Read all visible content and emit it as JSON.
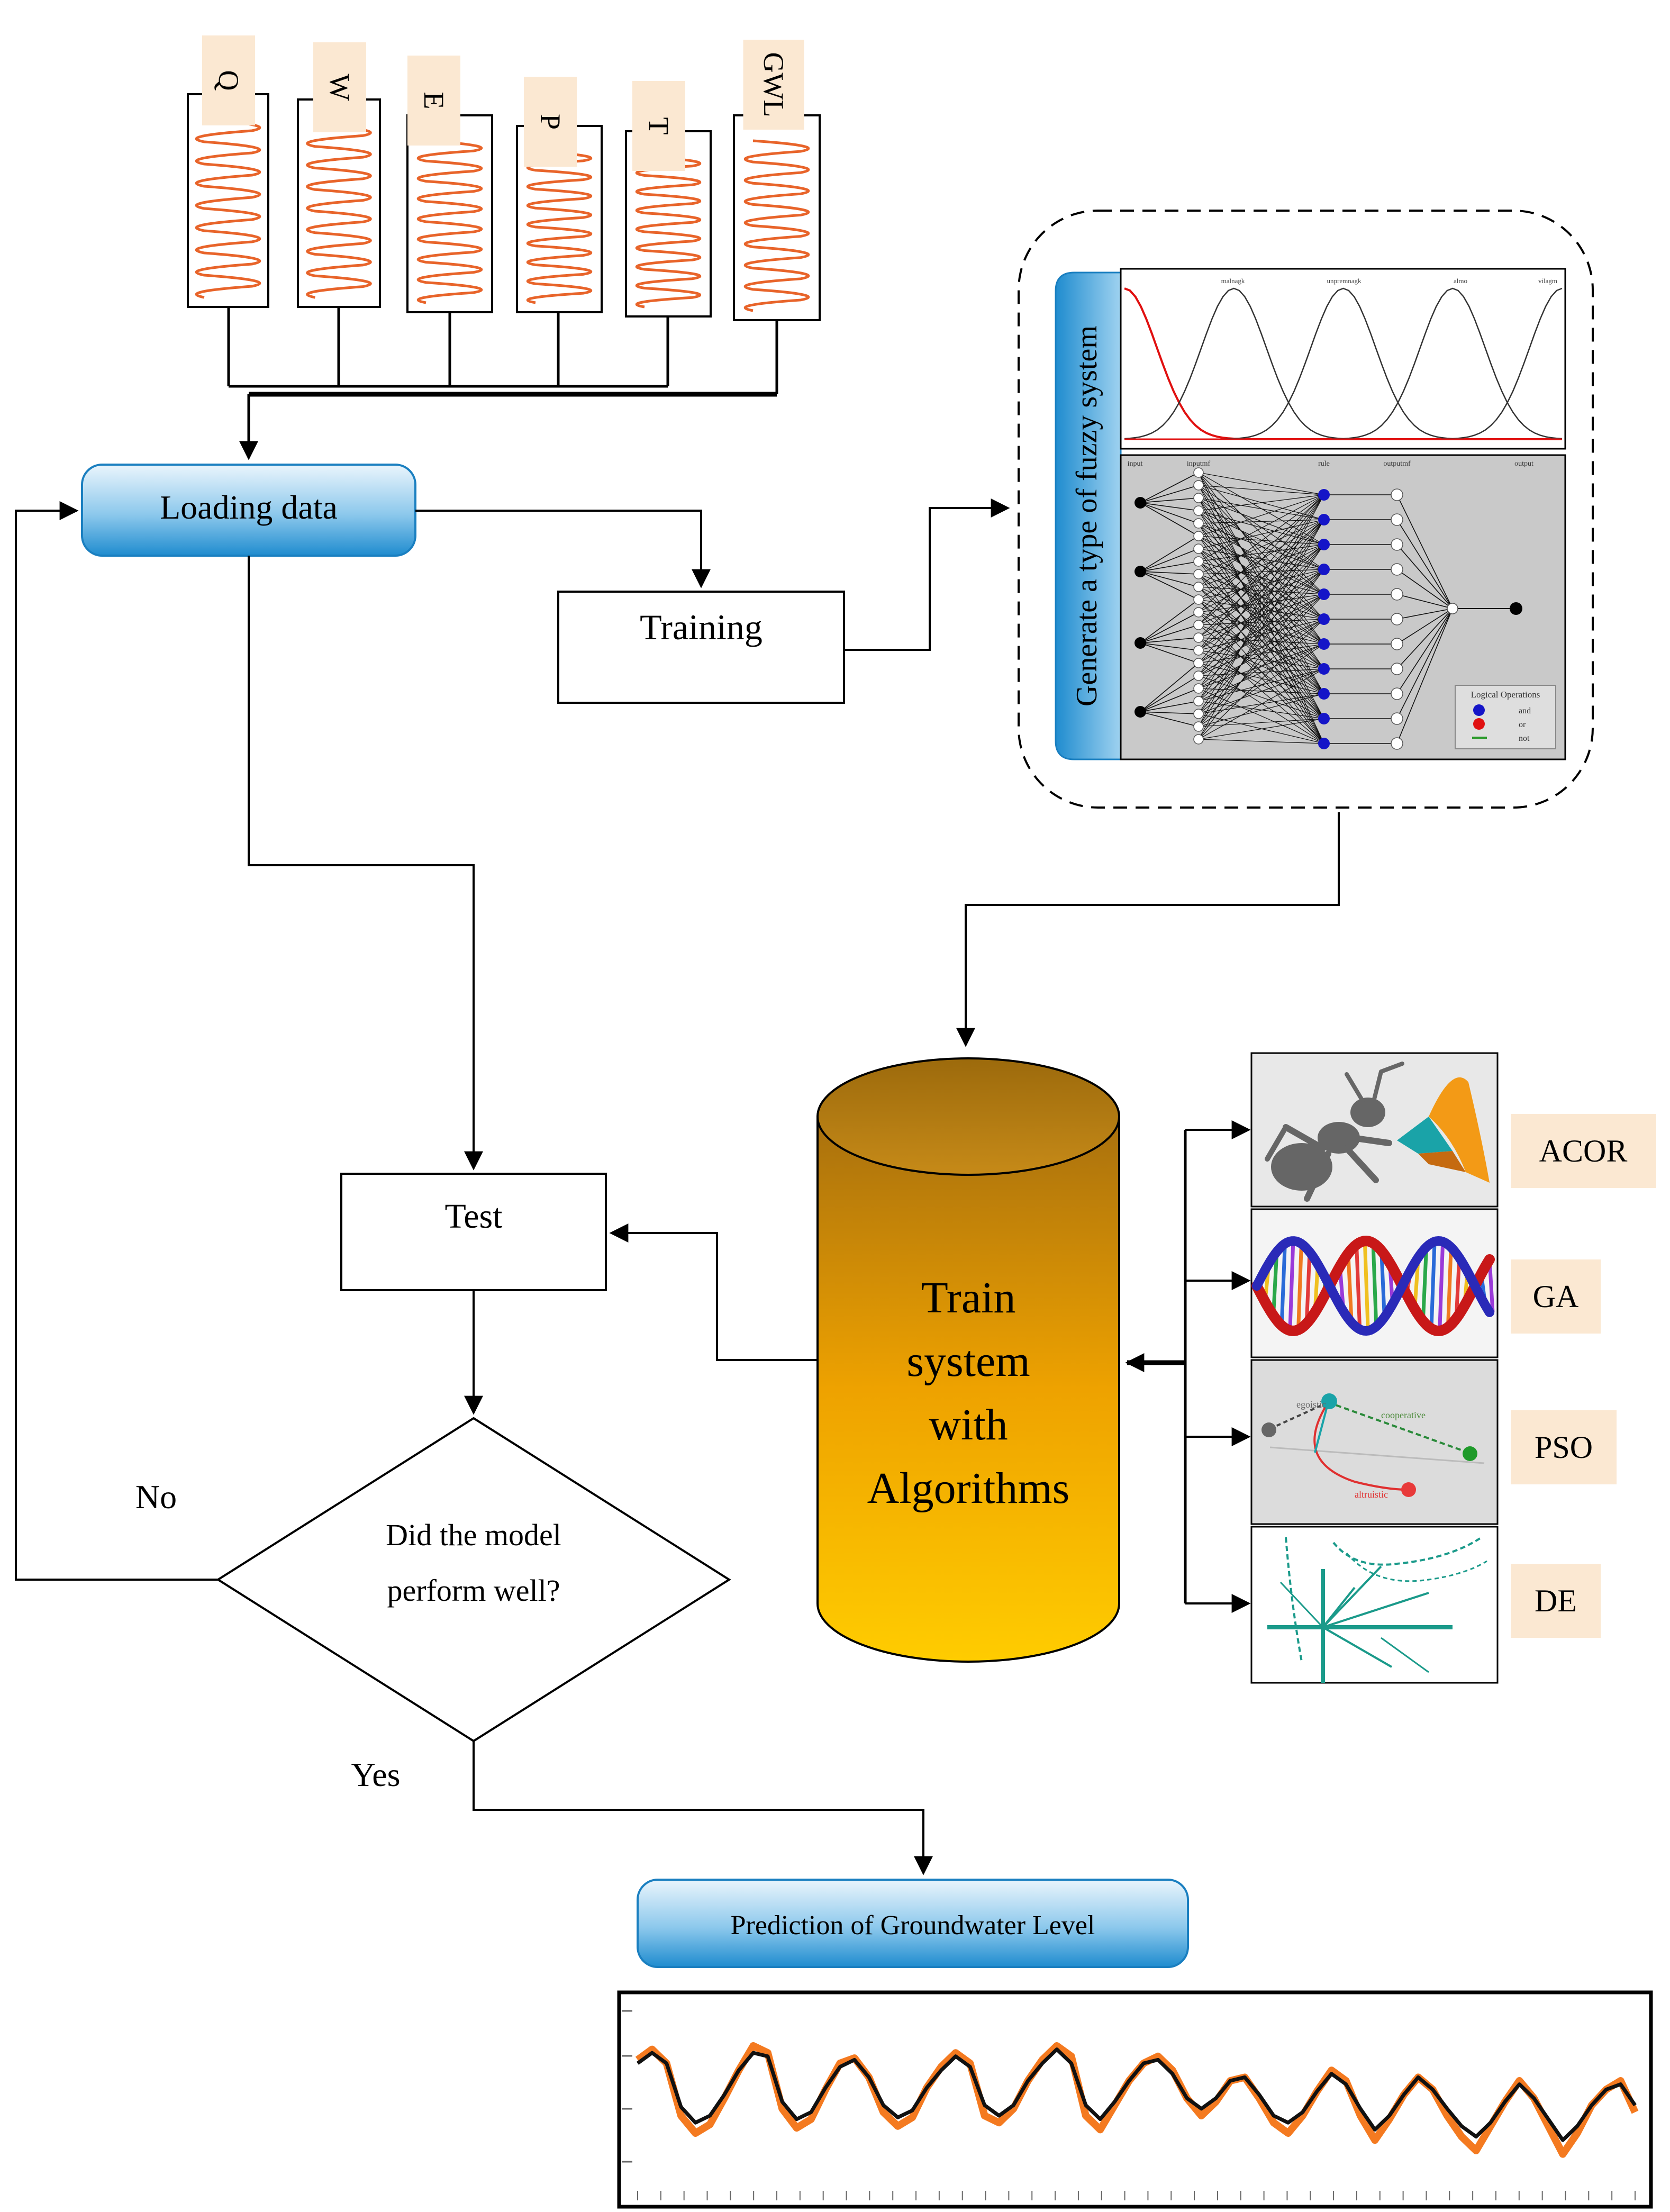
{
  "inputs": [
    "Q",
    "W",
    "E",
    "P",
    "T",
    "GWL"
  ],
  "boxes": {
    "loading": "Loading data",
    "training": "Training",
    "test": "Test",
    "train_system": [
      "Train",
      "system",
      "with",
      "Algorithms"
    ],
    "decision": [
      "Did the model",
      "perform well?"
    ],
    "prediction": "Prediction of Groundwater Level"
  },
  "branches": {
    "no": "No",
    "yes": "Yes"
  },
  "fuzzy": {
    "side_label": "Generate a type of fuzzy system",
    "mf_labels": [
      "",
      "malnagk",
      "unpremnagk",
      "almo",
      "vilagm"
    ],
    "layer_labels": [
      "input",
      "inputmf",
      "rule",
      "outputmf",
      "output"
    ],
    "legend_title": "Logical Operations",
    "legend_items": [
      "and",
      "or",
      "not"
    ]
  },
  "algorithms": [
    "ACOR",
    "GA",
    "PSO",
    "DE"
  ],
  "pso_labels": [
    "egoistic",
    "cooperative",
    "altruistic"
  ],
  "colors": {
    "spring": "#e8642a",
    "label_bg": "#fbe8d2",
    "blue_dark": "#1f8ccf",
    "blue_light": "#eaf5fc",
    "cyl_top": "#b07810",
    "cyl_bottom": "#ffc200",
    "observed": "#f47a20",
    "predicted": "#111111",
    "rule_node": "#1515c8"
  },
  "series": {
    "observed": [
      0.72,
      0.78,
      0.7,
      0.4,
      0.3,
      0.35,
      0.5,
      0.66,
      0.8,
      0.76,
      0.44,
      0.33,
      0.38,
      0.55,
      0.7,
      0.73,
      0.62,
      0.42,
      0.34,
      0.39,
      0.56,
      0.68,
      0.76,
      0.7,
      0.4,
      0.36,
      0.44,
      0.6,
      0.72,
      0.8,
      0.74,
      0.4,
      0.32,
      0.46,
      0.6,
      0.7,
      0.74,
      0.66,
      0.5,
      0.4,
      0.48,
      0.6,
      0.62,
      0.5,
      0.36,
      0.3,
      0.4,
      0.54,
      0.66,
      0.6,
      0.4,
      0.26,
      0.38,
      0.52,
      0.62,
      0.55,
      0.4,
      0.28,
      0.2,
      0.34,
      0.48,
      0.6,
      0.5,
      0.34,
      0.18,
      0.3,
      0.46,
      0.55,
      0.6,
      0.42
    ],
    "predicted": [
      0.7,
      0.76,
      0.7,
      0.45,
      0.36,
      0.4,
      0.52,
      0.66,
      0.76,
      0.74,
      0.48,
      0.38,
      0.42,
      0.56,
      0.68,
      0.72,
      0.62,
      0.46,
      0.39,
      0.43,
      0.56,
      0.66,
      0.74,
      0.68,
      0.46,
      0.4,
      0.46,
      0.6,
      0.7,
      0.78,
      0.7,
      0.46,
      0.38,
      0.48,
      0.6,
      0.7,
      0.72,
      0.64,
      0.5,
      0.44,
      0.5,
      0.6,
      0.62,
      0.52,
      0.4,
      0.36,
      0.42,
      0.54,
      0.64,
      0.58,
      0.44,
      0.32,
      0.4,
      0.52,
      0.62,
      0.55,
      0.44,
      0.34,
      0.28,
      0.36,
      0.48,
      0.58,
      0.5,
      0.38,
      0.26,
      0.34,
      0.46,
      0.55,
      0.58,
      0.46
    ]
  }
}
